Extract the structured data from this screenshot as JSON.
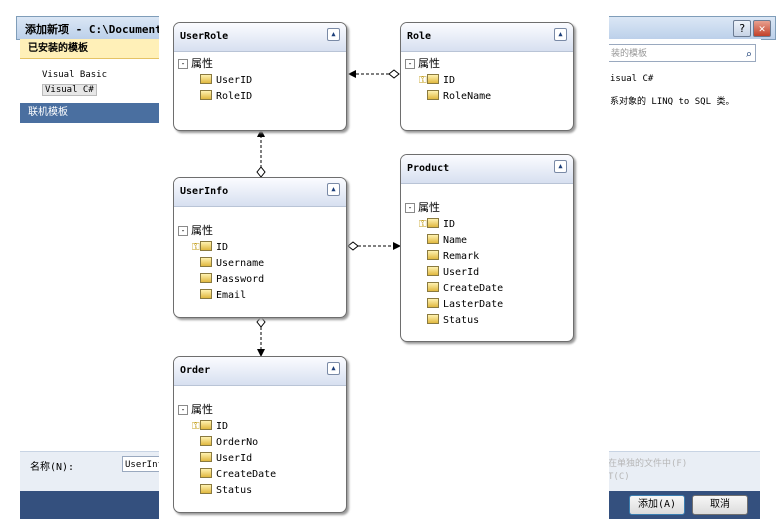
{
  "dialog": {
    "title": "添加新项 - C:\\Documents",
    "help_label": "?",
    "close_label": "✕",
    "installed_templates": "已安装的模板",
    "template_items": [
      "Visual Basic",
      "Visual C#"
    ],
    "online_templates": "联机模板",
    "search_placeholder": "装的模板",
    "desc_lines": [
      "isual C#",
      "系对象的 LINQ to SQL 类。"
    ],
    "name_label": "名称(N):",
    "name_value": "UserInfo",
    "ghost_right_1": "在单独的文件中(F)",
    "ghost_right_2": "T(C)",
    "ok_label": "添加(A)",
    "cancel_label": "取消"
  },
  "diagram": {
    "properties_label": "属性",
    "entities": {
      "userrole": {
        "name": "UserRole",
        "props": [
          "UserID",
          "RoleID"
        ]
      },
      "role": {
        "name": "Role",
        "props": [
          "ID",
          "RoleName"
        ]
      },
      "userinfo": {
        "name": "UserInfo",
        "props": [
          "ID",
          "Username",
          "Password",
          "Email"
        ]
      },
      "product": {
        "name": "Product",
        "props": [
          "ID",
          "Name",
          "Remark",
          "UserId",
          "CreateDate",
          "LasterDate",
          "Status"
        ]
      },
      "order": {
        "name": "Order",
        "props": [
          "ID",
          "OrderNo",
          "UserId",
          "CreateDate",
          "Status"
        ]
      }
    }
  }
}
